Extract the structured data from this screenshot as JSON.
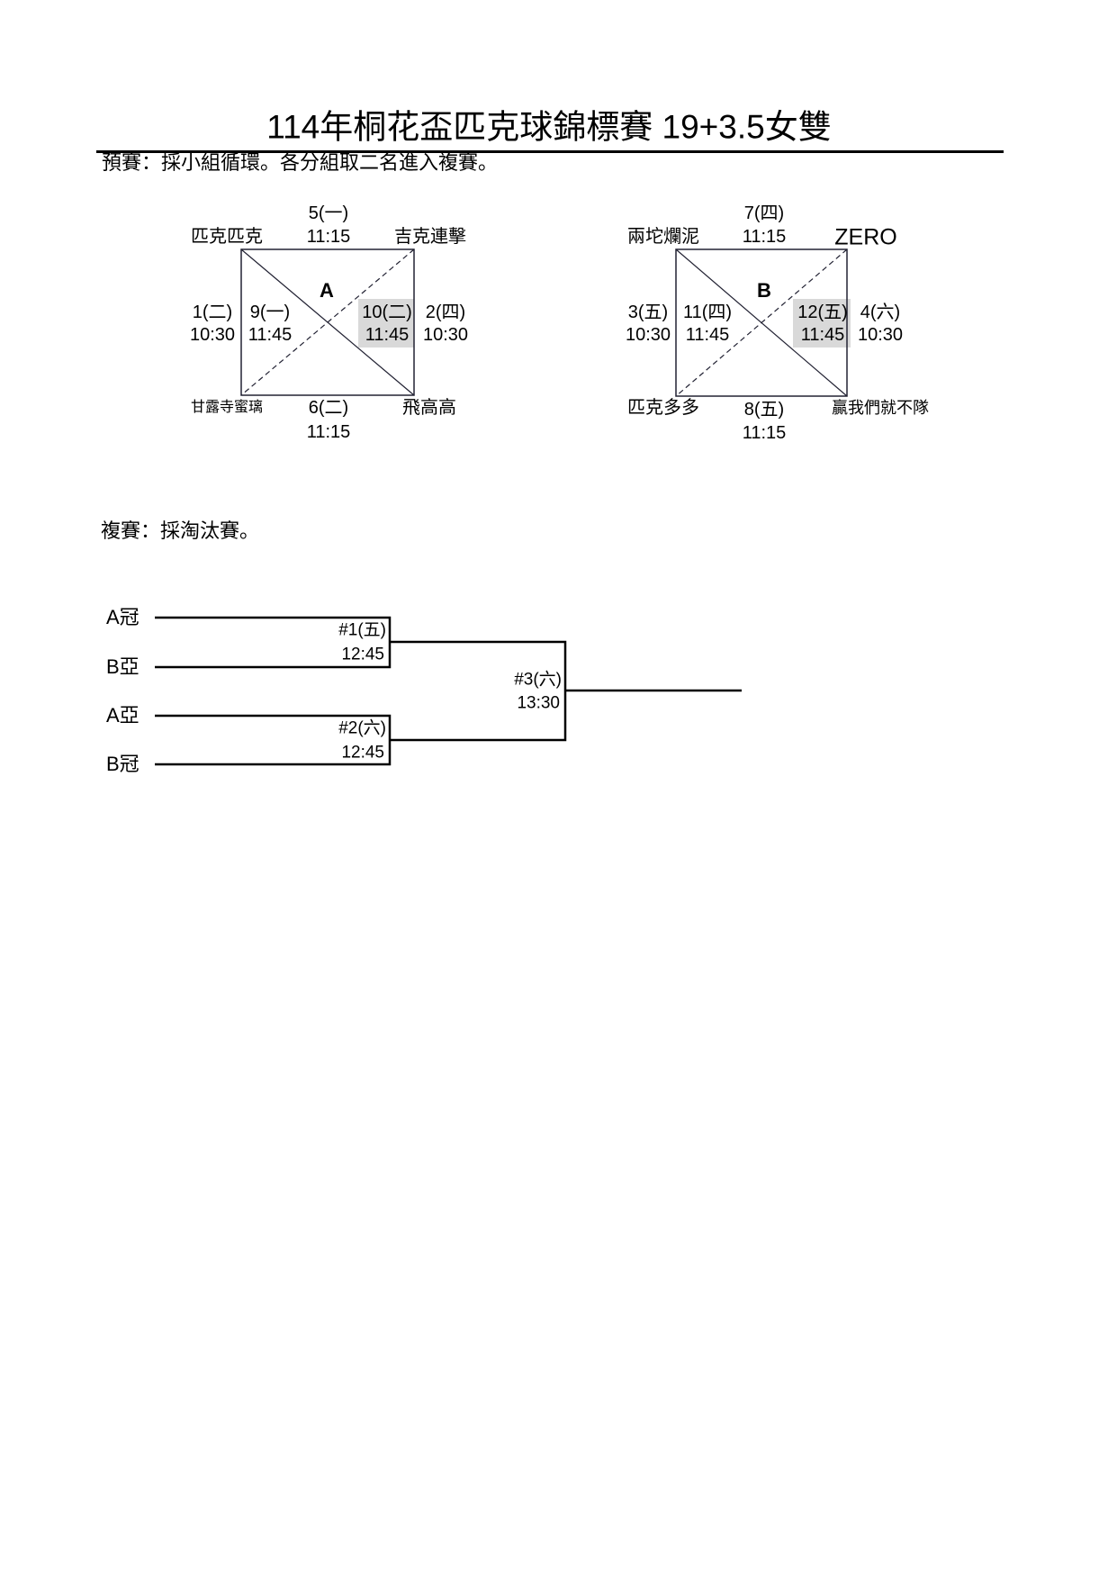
{
  "title": "114年桐花盃匹克球錦標賽 19+3.5女雙",
  "prelim_note": "預賽：採小組循環。各分組取二名進入複賽。",
  "groups": [
    {
      "name": "A",
      "teams": {
        "top_left": "匹克匹克",
        "top_right": "吉克連擊",
        "bottom_left": "甘露寺蜜璃",
        "bottom_right": "飛高高"
      },
      "matches": {
        "top": {
          "no": "5(一)",
          "time": "11:15"
        },
        "bottom": {
          "no": "6(二)",
          "time": "11:15"
        },
        "left": {
          "no": "1(二)",
          "time": "10:30"
        },
        "right": {
          "no": "2(四)",
          "time": "10:30"
        },
        "diag_inner_left": {
          "no": "9(一)",
          "time": "11:45"
        },
        "diag_inner_right": {
          "no": "10(二)",
          "time": "11:45"
        }
      }
    },
    {
      "name": "B",
      "teams": {
        "top_left": "兩坨爛泥",
        "top_right": "ZERO",
        "bottom_left": "匹克多多",
        "bottom_right": "贏我們就不隊"
      },
      "matches": {
        "top": {
          "no": "7(四)",
          "time": "11:15"
        },
        "bottom": {
          "no": "8(五)",
          "time": "11:15"
        },
        "left": {
          "no": "3(五)",
          "time": "10:30"
        },
        "right": {
          "no": "4(六)",
          "time": "10:30"
        },
        "diag_inner_left": {
          "no": "11(四)",
          "time": "11:45"
        },
        "diag_inner_right": {
          "no": "12(五)",
          "time": "11:45"
        }
      }
    }
  ],
  "final_note": "複賽：採淘汰賽。",
  "bracket": {
    "seeds": [
      "A冠",
      "B亞",
      "A亞",
      "B冠"
    ],
    "matches": [
      {
        "no": "#1(五)",
        "time": "12:45"
      },
      {
        "no": "#2(六)",
        "time": "12:45"
      },
      {
        "no": "#3(六)",
        "time": "13:30"
      }
    ]
  }
}
